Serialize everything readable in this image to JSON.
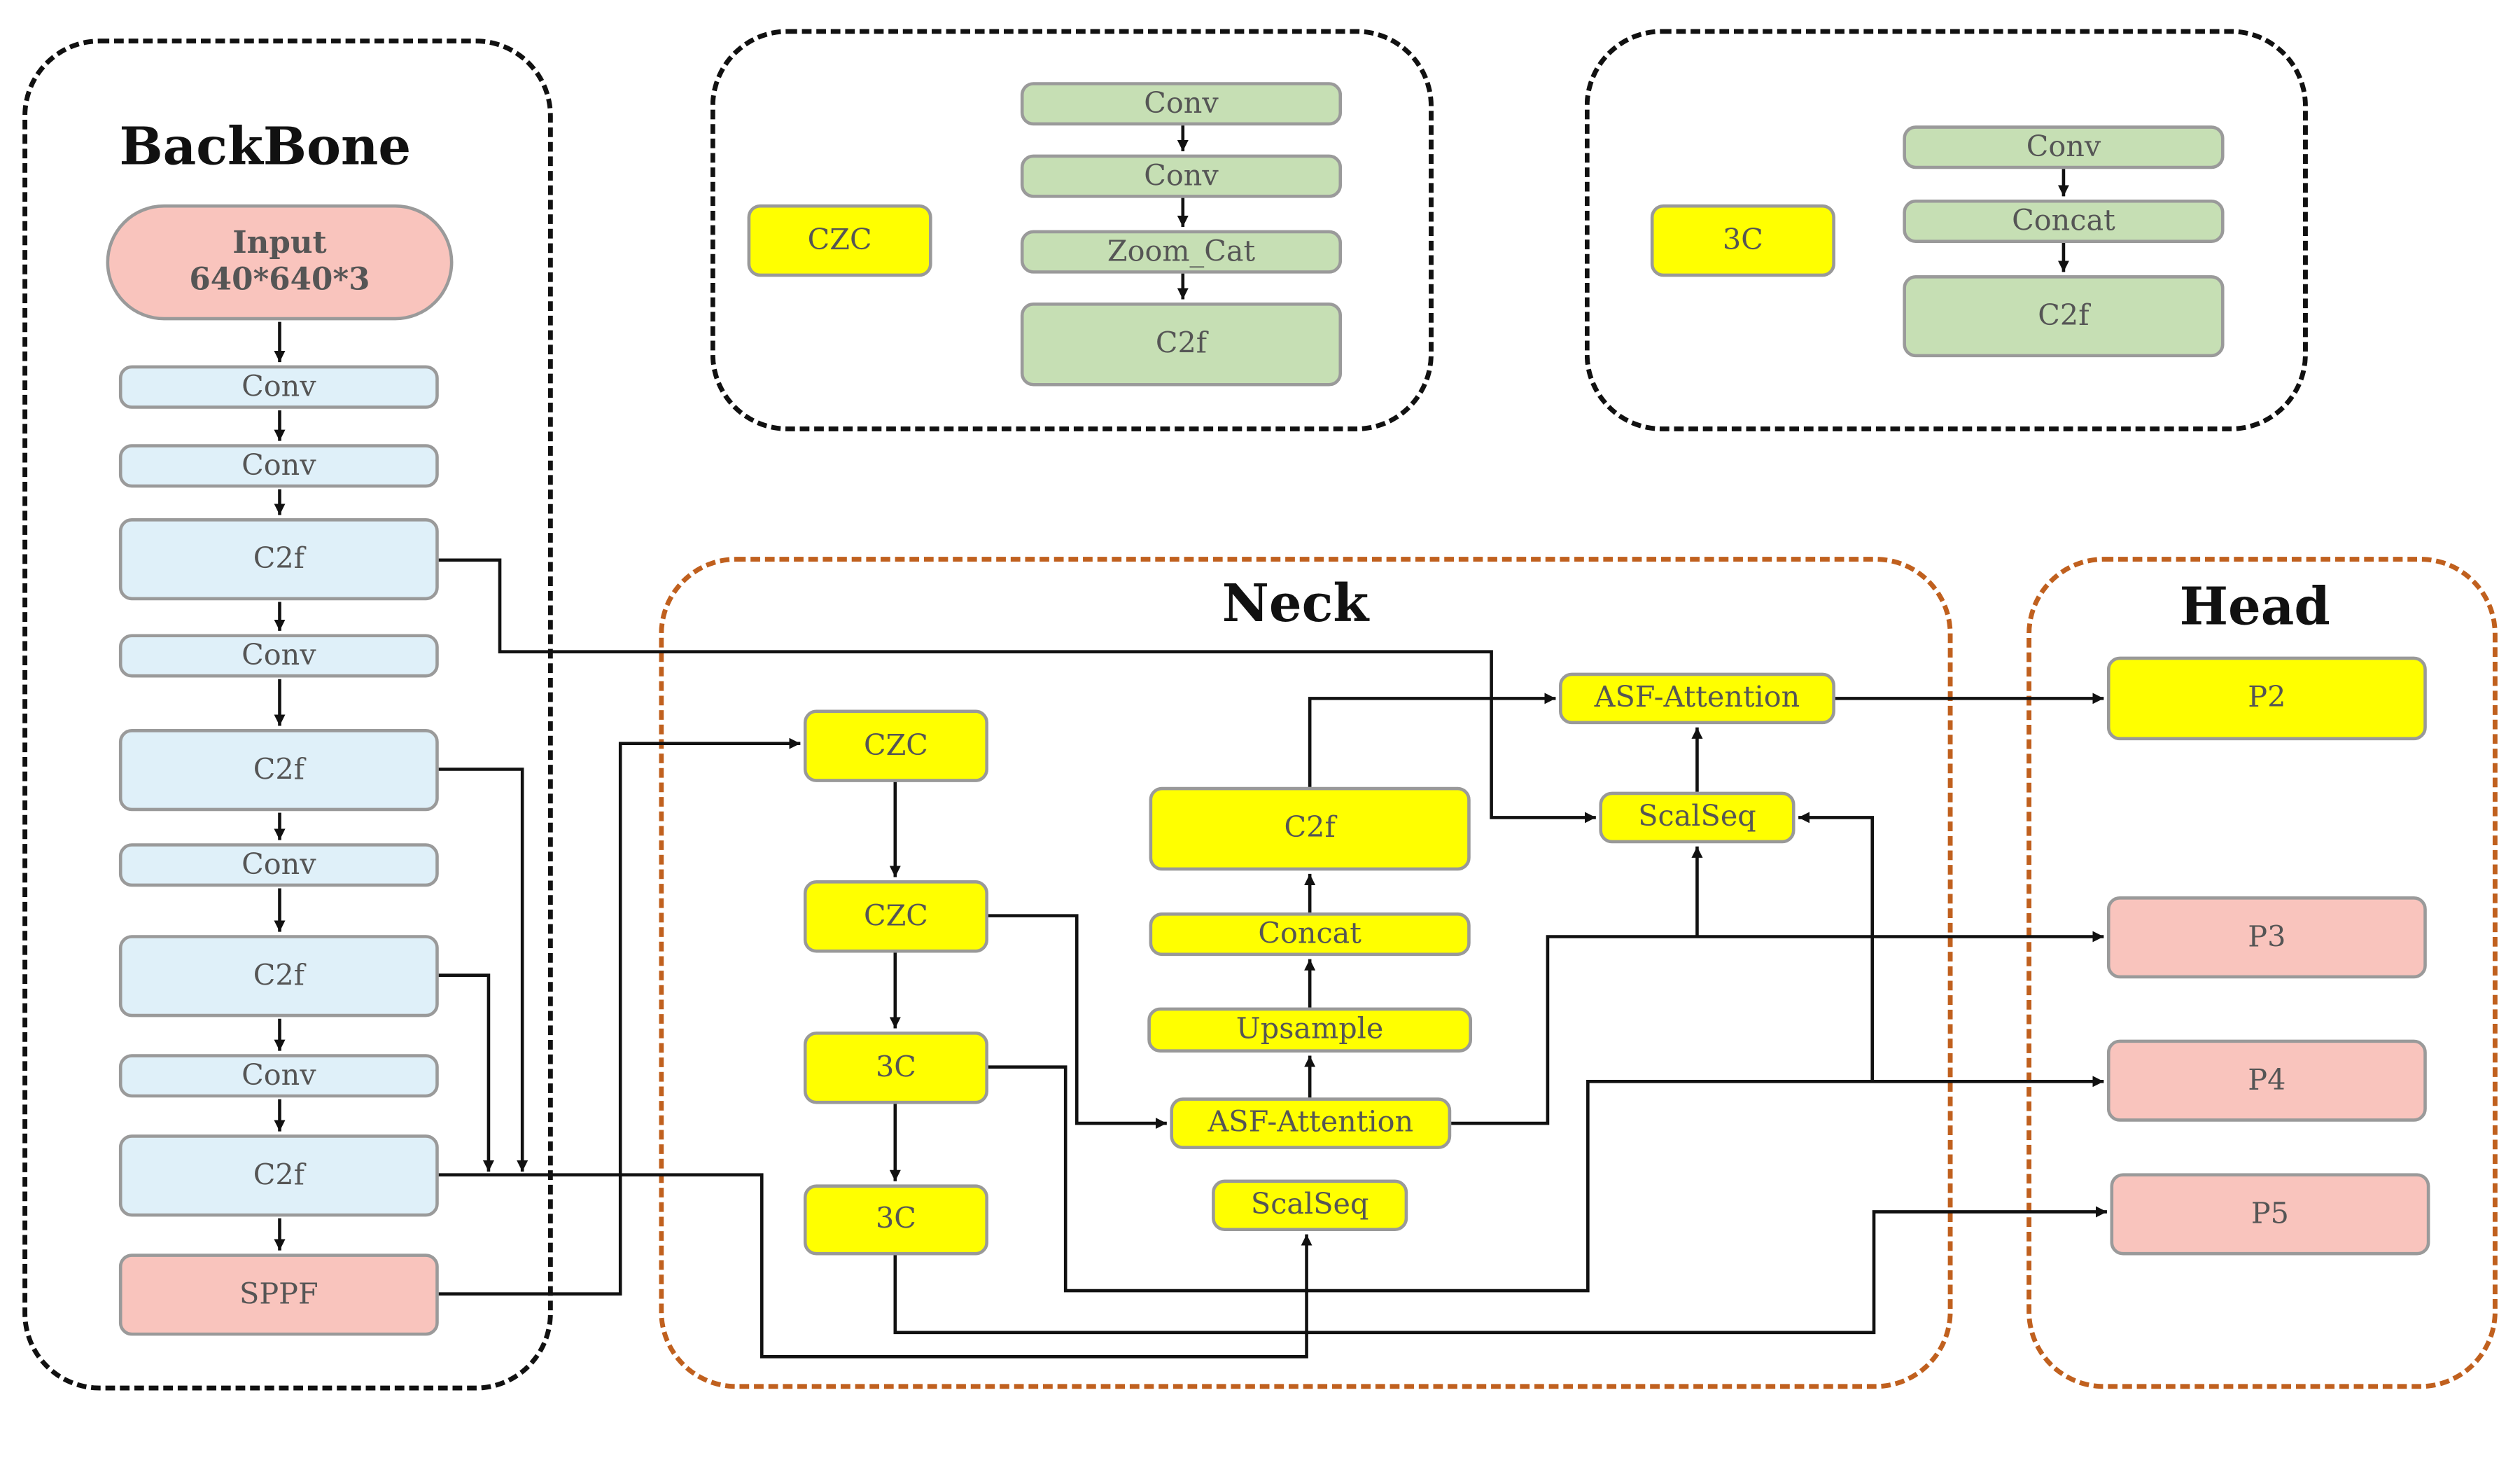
{
  "titles": {
    "backbone": "BackBone",
    "neck": "Neck",
    "head": "Head"
  },
  "backbone": {
    "input": {
      "line1": "Input",
      "line2": "640*640*3"
    },
    "layers": [
      "Conv",
      "Conv",
      "C2f",
      "Conv",
      "C2f",
      "Conv",
      "C2f",
      "Conv",
      "C2f",
      "SPPF"
    ]
  },
  "legend_czc": {
    "label": "CZC",
    "steps": [
      "Conv",
      "Conv",
      "Zoom_Cat",
      "C2f"
    ]
  },
  "legend_3c": {
    "label": "3C",
    "steps": [
      "Conv",
      "Concat",
      "C2f"
    ]
  },
  "neck": {
    "left_column": [
      "CZC",
      "CZC",
      "3C",
      "3C"
    ],
    "mid_column": [
      "C2f",
      "Concat",
      "Upsample",
      "ASF-Attention",
      "ScalSeq"
    ],
    "right_column": [
      "ASF-Attention",
      "ScalSeq"
    ]
  },
  "head": {
    "outputs": [
      "P2",
      "P3",
      "P4",
      "P5"
    ]
  },
  "colors": {
    "backbone_block": "#dff0f9",
    "legend_block": "#c6dfb4",
    "module_block": "#ffff00",
    "endpoint_block": "#f9c4bd",
    "group_border": "#111111",
    "neck_head_border": "#c0601e"
  }
}
